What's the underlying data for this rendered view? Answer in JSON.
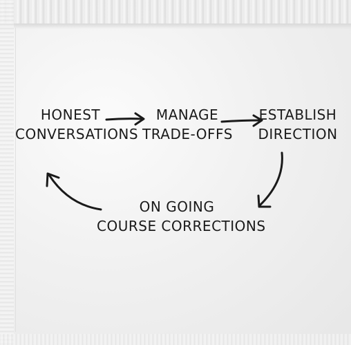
{
  "nodes": {
    "honest": {
      "line1": "HONEST",
      "line2": "CONVERSATIONS"
    },
    "manage": {
      "line1": "MANAGE",
      "line2": "TRADE-OFFS"
    },
    "establish": {
      "line1": "ESTABLISH",
      "line2": "DIRECTION"
    },
    "ongoing": {
      "line1": "ON GOING",
      "line2": "COURSE CORRECTIONS"
    }
  },
  "colors": {
    "ink": "#1a1a1a",
    "napkin": "#f1f1f1"
  }
}
